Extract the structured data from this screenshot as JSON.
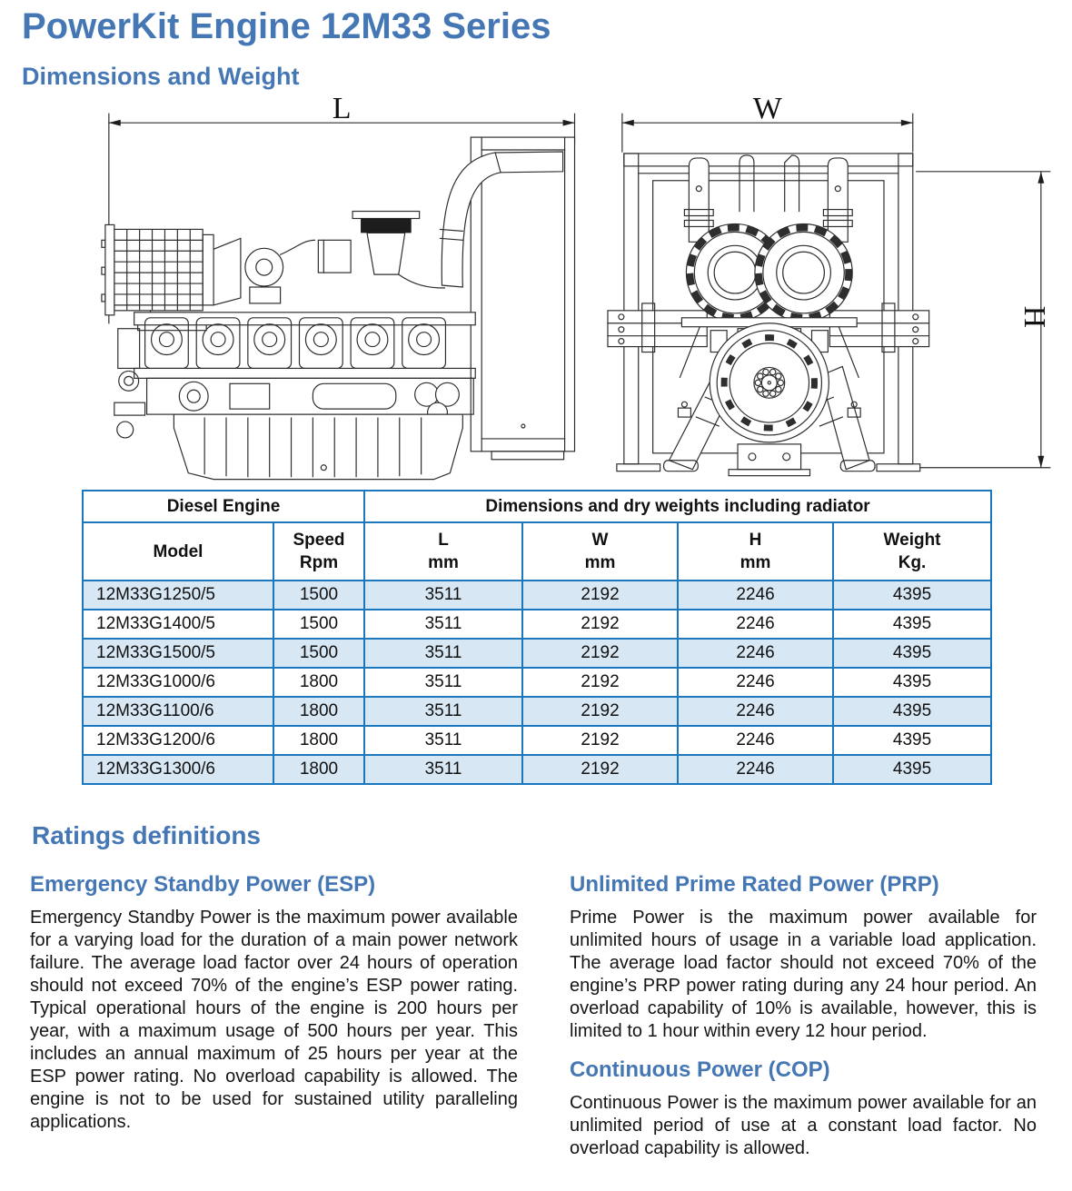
{
  "header": {
    "title": "PowerKit Engine 12M33 Series",
    "subtitle": "Dimensions and Weight"
  },
  "drawings": {
    "length_label": "L",
    "width_label": "W",
    "height_label": "H"
  },
  "table": {
    "group_headers": [
      "Diesel Engine",
      "Dimensions and dry weights including radiator"
    ],
    "columns": [
      {
        "title": "Model",
        "unit": ""
      },
      {
        "title": "Speed",
        "unit": "Rpm"
      },
      {
        "title": "L",
        "unit": "mm"
      },
      {
        "title": "W",
        "unit": "mm"
      },
      {
        "title": "H",
        "unit": "mm"
      },
      {
        "title": "Weight",
        "unit": "Kg."
      }
    ],
    "rows": [
      [
        "12M33G1250/5",
        "1500",
        "3511",
        "2192",
        "2246",
        "4395"
      ],
      [
        "12M33G1400/5",
        "1500",
        "3511",
        "2192",
        "2246",
        "4395"
      ],
      [
        "12M33G1500/5",
        "1500",
        "3511",
        "2192",
        "2246",
        "4395"
      ],
      [
        "12M33G1000/6",
        "1800",
        "3511",
        "2192",
        "2246",
        "4395"
      ],
      [
        "12M33G1100/6",
        "1800",
        "3511",
        "2192",
        "2246",
        "4395"
      ],
      [
        "12M33G1200/6",
        "1800",
        "3511",
        "2192",
        "2246",
        "4395"
      ],
      [
        "12M33G1300/6",
        "1800",
        "3511",
        "2192",
        "2246",
        "4395"
      ]
    ]
  },
  "ratings": {
    "heading": "Ratings definitions",
    "esp": {
      "title": "Emergency Standby Power (ESP)",
      "body": "Emergency Standby Power is the maximum power available for a varying load for the duration of a main power network failure. The average load factor over 24 hours of operation should not exceed 70% of the engine’s ESP power rating. Typical operational hours of the engine is 200 hours per year, with a maximum usage of 500 hours per year. This includes an annual maximum of 25 hours per year at the ESP power rating. No overload capability is allowed. The engine is not to be used for sustained utility paralleling applications."
    },
    "prp": {
      "title": "Unlimited Prime Rated Power (PRP)",
      "body": "Prime Power is the maximum power available for unlimited hours of usage in a variable load application. The average load factor should not exceed 70% of the engine’s PRP power rating during any 24 hour period. An overload capability of 10% is available, however, this is limited to 1 hour within every 12 hour period."
    },
    "cop": {
      "title": "Continuous Power (COP)",
      "body": "Continuous Power is the maximum power available for an unlimited period of use at a constant load factor. No overload capability is allowed."
    }
  },
  "colors": {
    "accent_blue": "#4577b4",
    "table_border_blue": "#1b78be",
    "table_row_alt": "#d8e7f4"
  }
}
